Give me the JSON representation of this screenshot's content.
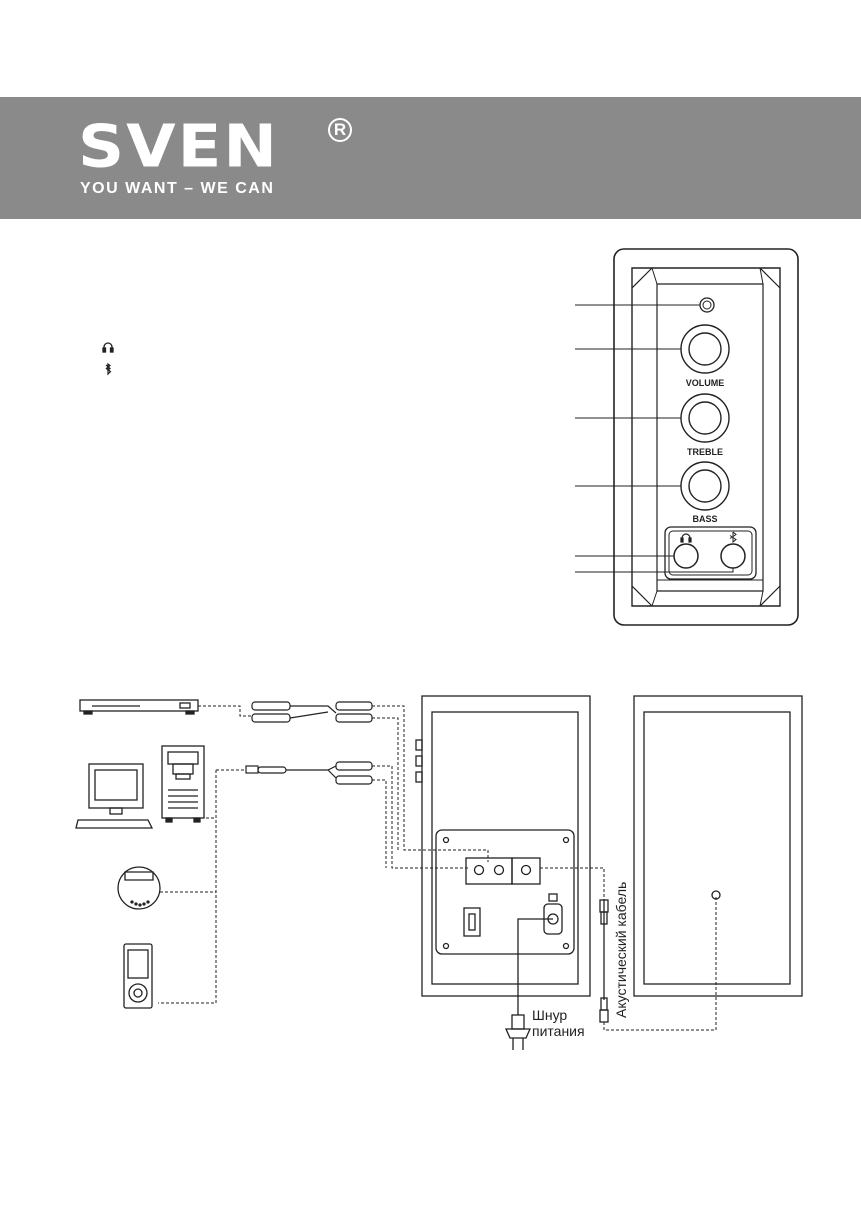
{
  "brand": {
    "logo": "SVEN",
    "registered": "R",
    "tagline": "YOU WANT – WE CAN"
  },
  "legend_icons": [
    {
      "icon": "headphones-icon",
      "glyph": "⌧"
    },
    {
      "icon": "bluetooth-icon",
      "glyph": "ᛒ"
    }
  ],
  "front_panel": {
    "knobs": [
      "VOLUME",
      "TREBLE",
      "BASS"
    ]
  },
  "connection_diagram": {
    "power_cord_label_1": "Шнур",
    "power_cord_label_2": "питания",
    "speaker_cable_label": "Акустический кабель"
  }
}
